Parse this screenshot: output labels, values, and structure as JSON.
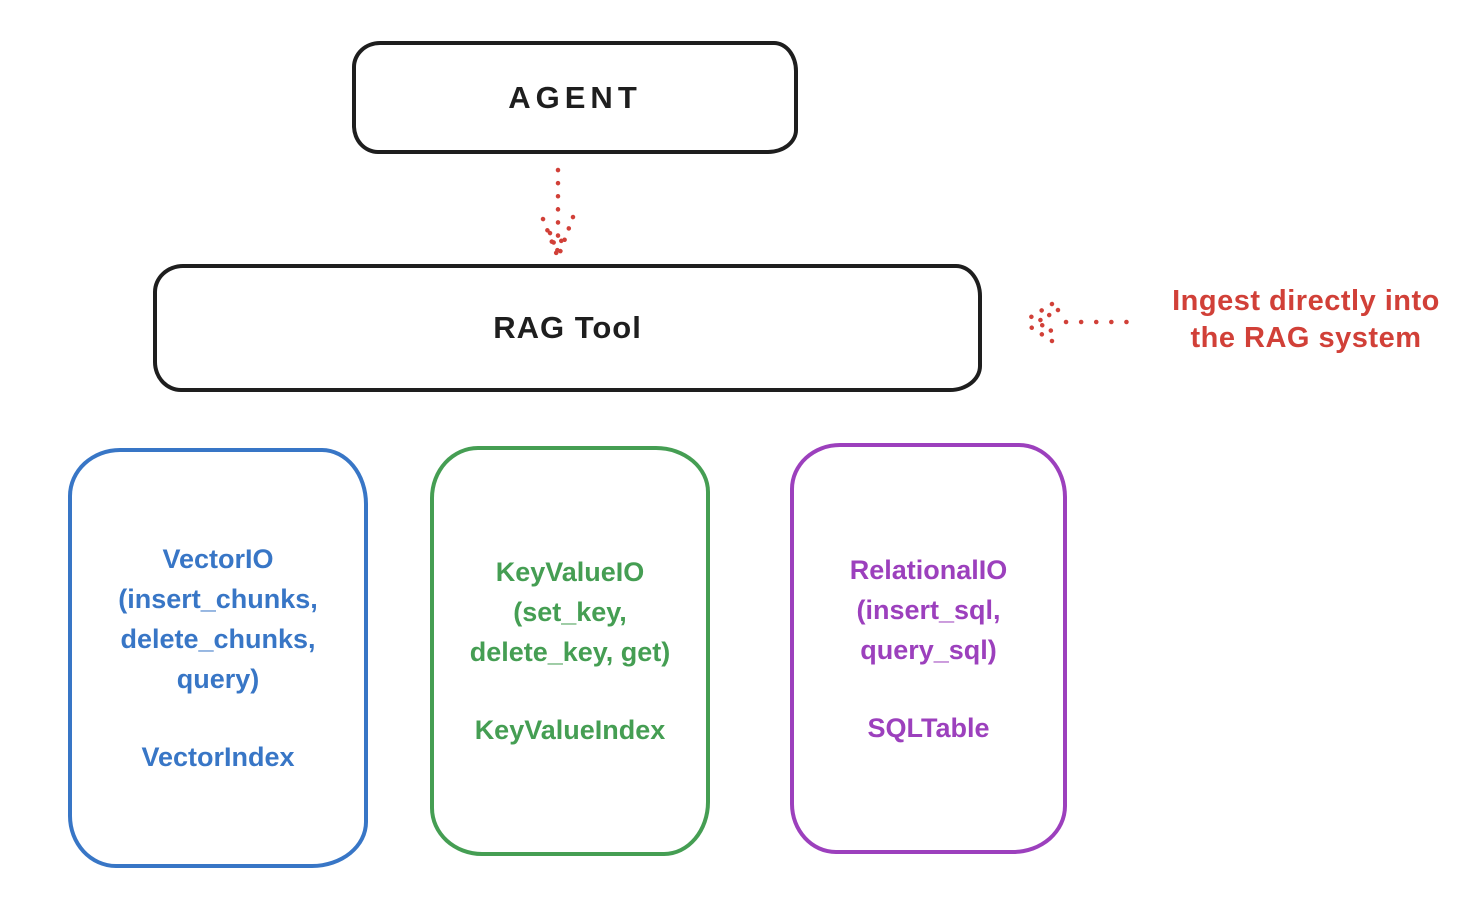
{
  "colors": {
    "ink": "#1e1e1e",
    "red": "#d14038",
    "blue": "#3876c6",
    "green": "#459e53",
    "purple": "#9c40bd",
    "background": "#ffffff"
  },
  "nodes": {
    "agent": {
      "label": "AGENT"
    },
    "rag_tool": {
      "label": "RAG Tool"
    }
  },
  "annotation": {
    "line1": "Ingest directly into",
    "line2": "the RAG system"
  },
  "arrows": [
    {
      "name": "agent-to-rag",
      "style": "dotted",
      "color": "#d14038",
      "direction": "down"
    },
    {
      "name": "annotation-to-rag",
      "style": "dotted",
      "color": "#d14038",
      "direction": "left"
    }
  ],
  "backends": [
    {
      "name": "vector-io",
      "color": "#3876c6",
      "body": "VectorIO\n(insert_chunks,\ndelete_chunks,\nquery)",
      "index_label": "VectorIndex"
    },
    {
      "name": "key-value-io",
      "color": "#459e53",
      "body": "KeyValueIO\n(set_key,\ndelete_key, get)",
      "index_label": "KeyValueIndex"
    },
    {
      "name": "relational-io",
      "color": "#9c40bd",
      "body": "RelationalIO\n(insert_sql,\nquery_sql)",
      "index_label": "SQLTable"
    }
  ]
}
